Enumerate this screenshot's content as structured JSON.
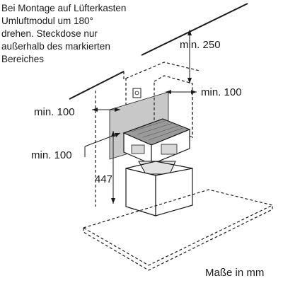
{
  "note": {
    "lines": [
      "Bei Montage auf Lüfterkasten",
      "Umluftmodul um 180°",
      "drehen. Steckdose nur",
      "außerhalb des markierten",
      "Bereiches"
    ]
  },
  "dimensions": {
    "top_clearance": "min. 250",
    "right_clearance": "min. 100",
    "left_upper_clearance": "min. 100",
    "left_lower_clearance": "min. 100",
    "module_height": "447"
  },
  "footer": {
    "units": "Maße in mm"
  },
  "colors": {
    "line": "#1a1a1a",
    "shaded_area": "#c8c8c8",
    "module_top": "#9a9a9a"
  }
}
